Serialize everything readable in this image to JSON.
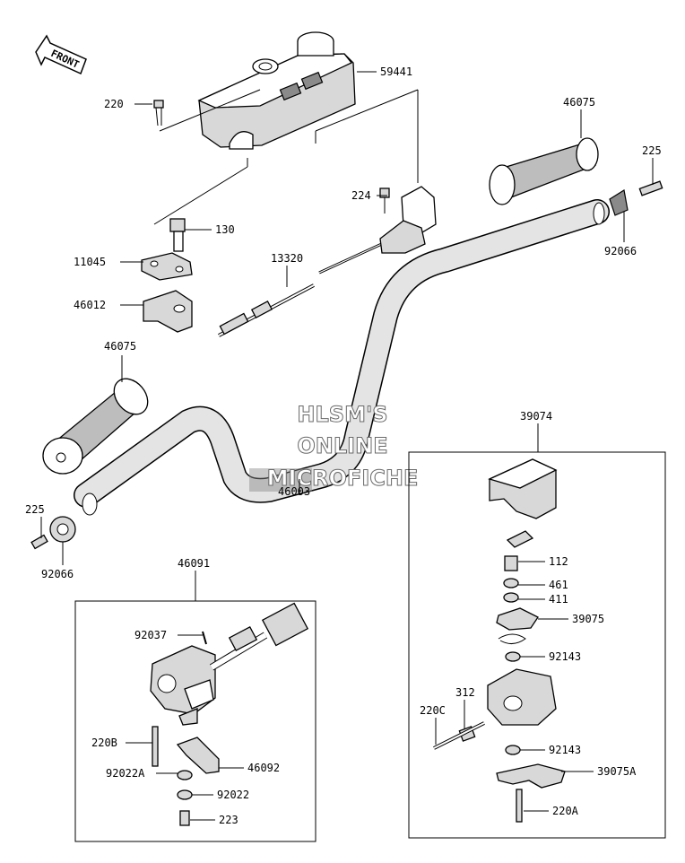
{
  "front_label": "FRONT",
  "watermark": [
    "HLSM'S",
    "ONLINE",
    "MICROFICHE"
  ],
  "part_labels": {
    "p59441": "59441",
    "p220": "220",
    "p46075_top": "46075",
    "p225_top": "225",
    "p224": "224",
    "p130": "130",
    "p11045": "11045",
    "p13320": "13320",
    "p92066_top": "92066",
    "p46012": "46012",
    "p46075_left": "46075",
    "p39074": "39074",
    "p46003": "46003",
    "p225_left": "225",
    "p92066_left": "92066",
    "p46091": "46091",
    "p112": "112",
    "p461": "461",
    "p411": "411",
    "p39075": "39075",
    "p92037": "92037",
    "p92143_a": "92143",
    "p312": "312",
    "p220C": "220C",
    "p220B": "220B",
    "p92143_b": "92143",
    "p46092": "46092",
    "p39075A": "39075A",
    "p92022A": "92022A",
    "p92022": "92022",
    "p220A": "220A",
    "p223": "223"
  }
}
